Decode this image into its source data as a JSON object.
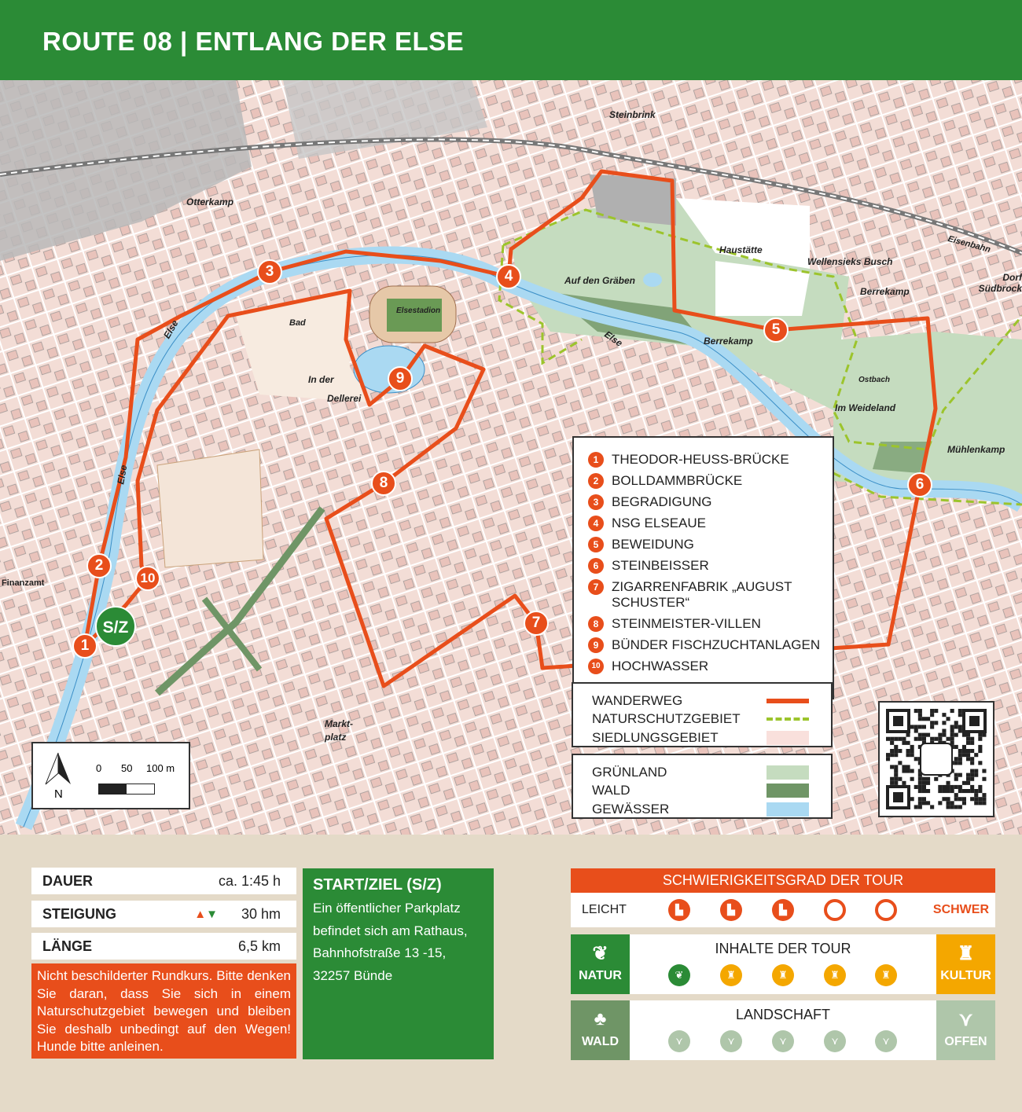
{
  "header": {
    "title": "ROUTE 08 | ENTLANG DER ELSE"
  },
  "map": {
    "labels": [
      "Steinbrink",
      "Otterkamp",
      "Haustätte",
      "Wellensieks Busch",
      "Auf den Gräben",
      "Berrekamp",
      "Dorf Südbrock",
      "Mühlenkamp",
      "Im Weideland",
      "Bad",
      "In der",
      "Dellerei",
      "Elsestadion",
      "Else",
      "Else",
      "Else",
      "Berrekamp",
      "Markt-",
      "platz",
      "Finanzamt",
      "Eisenbahn",
      "Ostbach"
    ],
    "start_marker": "S/Z",
    "markers": [
      "1",
      "2",
      "3",
      "4",
      "5",
      "6",
      "7",
      "8",
      "9",
      "10"
    ],
    "colors": {
      "route": "#e84e1b",
      "nature_reserve": "#9cc42c",
      "settlement": "#f9e0dc",
      "grassland": "#c5dcbf",
      "forest": "#6f9566",
      "water": "#aad9f2"
    }
  },
  "poi": [
    {
      "n": "1",
      "label": "THEODOR-HEUSS-BRÜCKE"
    },
    {
      "n": "2",
      "label": "BOLLDAMMBRÜCKE"
    },
    {
      "n": "3",
      "label": "BEGRADIGUNG"
    },
    {
      "n": "4",
      "label": "NSG ELSEAUE"
    },
    {
      "n": "5",
      "label": "BEWEIDUNG"
    },
    {
      "n": "6",
      "label": "STEINBEISSER"
    },
    {
      "n": "7",
      "label": "ZIGARRENFABRIK „AUGUST SCHUSTER“"
    },
    {
      "n": "8",
      "label": "STEINMEISTER-VILLEN"
    },
    {
      "n": "9",
      "label": "BÜNDER FISCHZUCHTANLAGEN"
    },
    {
      "n": "10",
      "label": "HOCHWASSER"
    }
  ],
  "legend1": [
    {
      "label": "WANDERWEG"
    },
    {
      "label": "NATURSCHUTZGEBIET"
    },
    {
      "label": "SIEDLUNGSGEBIET"
    }
  ],
  "legend2": [
    {
      "label": "GRÜNLAND"
    },
    {
      "label": "WALD"
    },
    {
      "label": "GEWÄSSER"
    }
  ],
  "scale": {
    "north": "N",
    "t0": "0",
    "t1": "50",
    "t2": "100 m"
  },
  "info": {
    "duration_label": "DAUER",
    "duration": "ca. 1:45 h",
    "climb_label": "STEIGUNG",
    "climb": "30 hm",
    "length_label": "LÄNGE",
    "length": "6,5 km",
    "note": "Nicht beschilderter Rundkurs. Bitte denken Sie daran, dass Sie sich in einem Naturschutzgebiet bewegen und bleiben Sie deshalb unbedingt auf den Wegen! Hunde bitte anleinen."
  },
  "start": {
    "heading": "START/ZIEL (S/Z)",
    "text": "Ein öffentlicher Parkplatz befindet sich am Rathaus, Bahnhofstraße 13 -15, 32257 Bünde"
  },
  "difficulty": {
    "heading": "SCHWIERIGKEITSGRAD DER TOUR",
    "easy": "LEICHT",
    "hard": "SCHWER",
    "level": 3,
    "max": 5
  },
  "content": {
    "heading": "INHALTE DER TOUR",
    "left": "NATUR",
    "right": "KULTUR",
    "natur_count": 1,
    "kultur_count": 4
  },
  "landscape": {
    "heading": "LANDSCHAFT",
    "left": "WALD",
    "right": "OFFEN",
    "level": 5
  }
}
